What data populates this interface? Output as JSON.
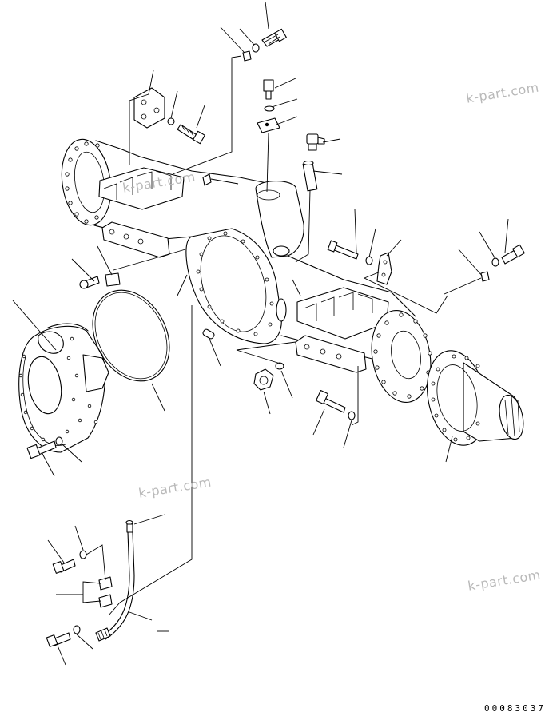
{
  "watermarks": [
    "k-part.com",
    "k-part.com",
    "k-part.com",
    "k-part.com"
  ],
  "drawing_code": "00083037",
  "colors": {
    "line": "#000000",
    "background": "#ffffff",
    "watermark": "#b9b9b9"
  }
}
